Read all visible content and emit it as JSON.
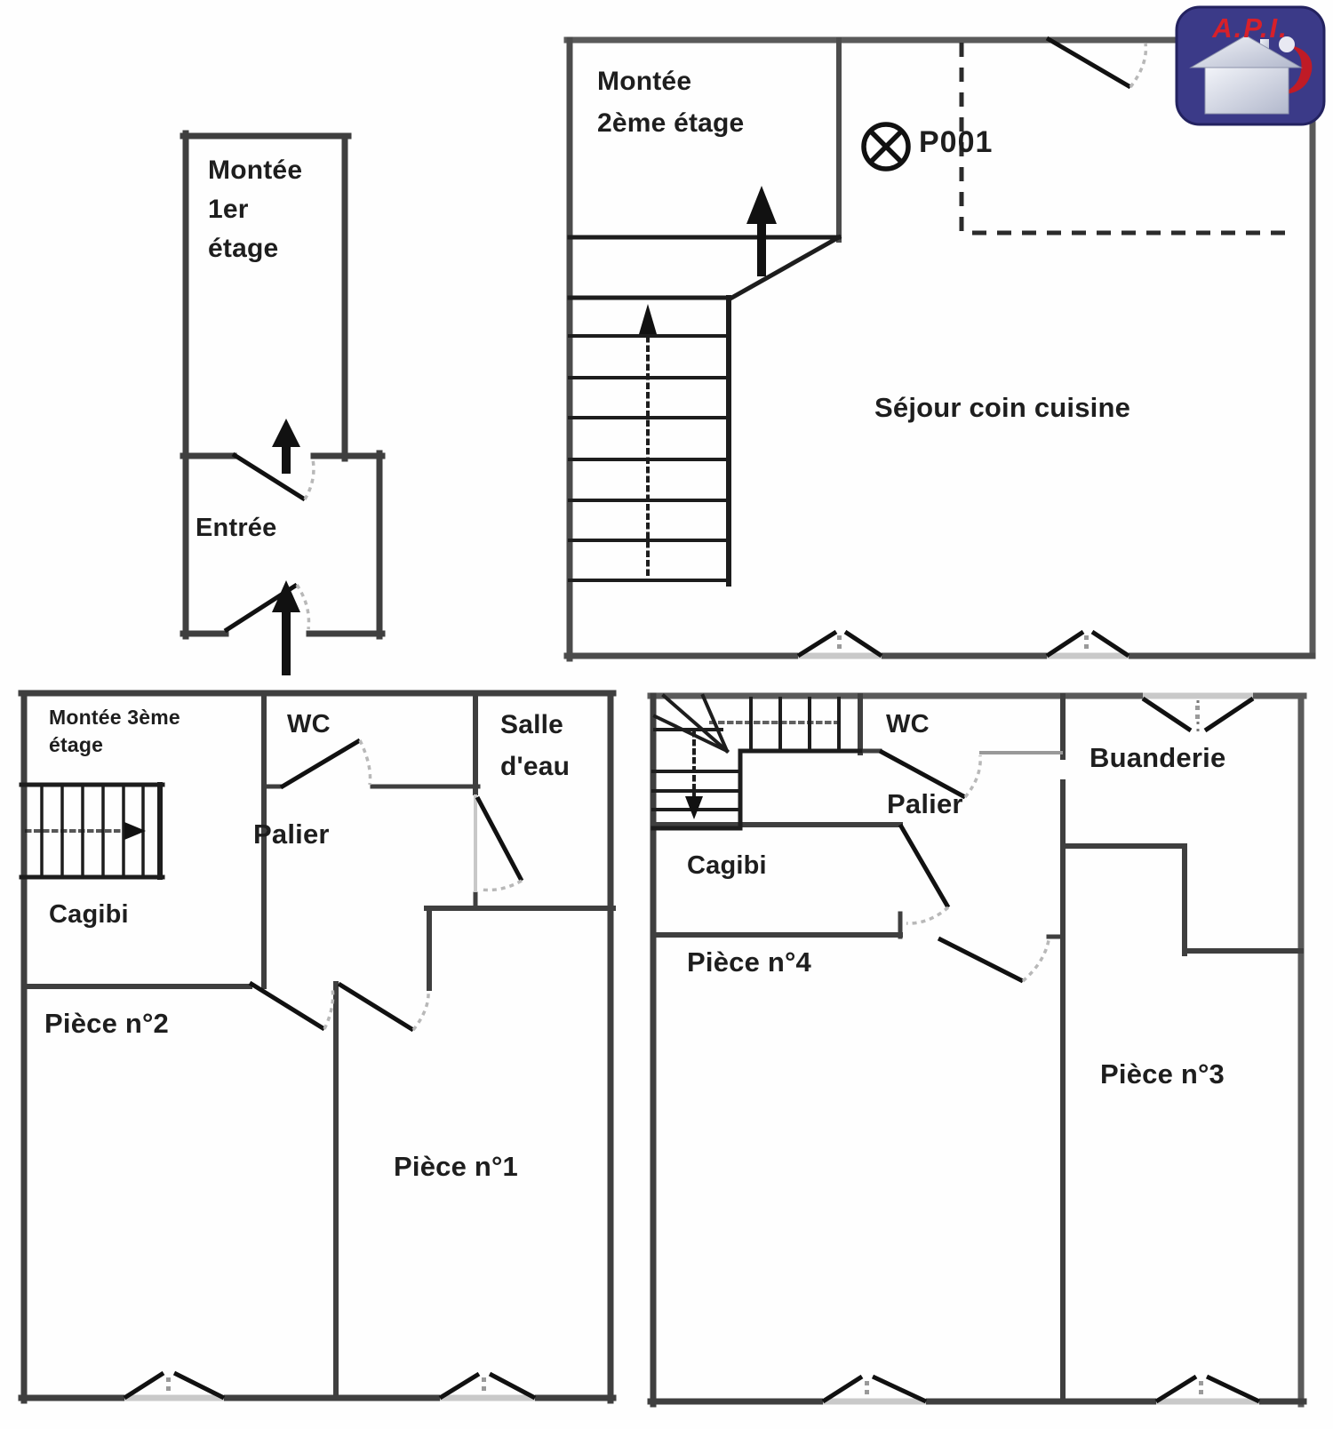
{
  "colors": {
    "wall": "#3f3f3f",
    "outer_wall": "#555555",
    "inner_line": "#1d1d1d",
    "door_leaf": "#111111",
    "swing_dash": "#b8b8b8",
    "window_gray": "#c9c9c9",
    "logo_bg": "#3b3a88",
    "logo_red": "#d7202a",
    "house_light": "#f0f2f7",
    "house_dark": "#b2b8cc"
  },
  "logo": {
    "text": "A.P.I."
  },
  "upper_left": {
    "stair": [
      "Montée",
      "1er",
      "étage"
    ],
    "entry": "Entrée"
  },
  "upper_right": {
    "stair": [
      "Montée",
      "2ème étage"
    ],
    "door_id": "P001",
    "living": "Séjour coin cuisine"
  },
  "lower_left": {
    "stair": [
      "Montée 3ème",
      "étage"
    ],
    "wc": "WC",
    "bath": [
      "Salle",
      "d'eau"
    ],
    "landing": "Palier",
    "closet": "Cagibi",
    "room2": "Pièce n°2",
    "room1": "Pièce n°1"
  },
  "lower_right": {
    "wc": "WC",
    "landing": "Palier",
    "closet": "Cagibi",
    "room4": "Pièce n°4",
    "laundry": "Buanderie",
    "room3": "Pièce n°3"
  }
}
